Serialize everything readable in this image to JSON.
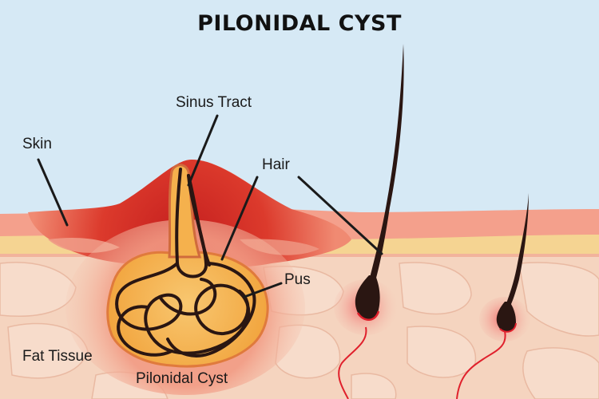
{
  "title": "PILONIDAL CYST",
  "labels": {
    "sinus_tract": "Sinus Tract",
    "skin": "Skin",
    "hair": "Hair",
    "pus": "Pus",
    "fat_tissue": "Fat Tissue",
    "pilonidal_cyst": "Pilonidal Cyst"
  },
  "colors": {
    "sky": "#d6e9f5",
    "skin_top": "#f4a08c",
    "skin_yellow": "#f5d492",
    "inflamed": "#d9322b",
    "fat": "#f5d4bf",
    "cyst": "#f5b14d",
    "hair": "#2a1612",
    "vessel": "#e0202c"
  }
}
